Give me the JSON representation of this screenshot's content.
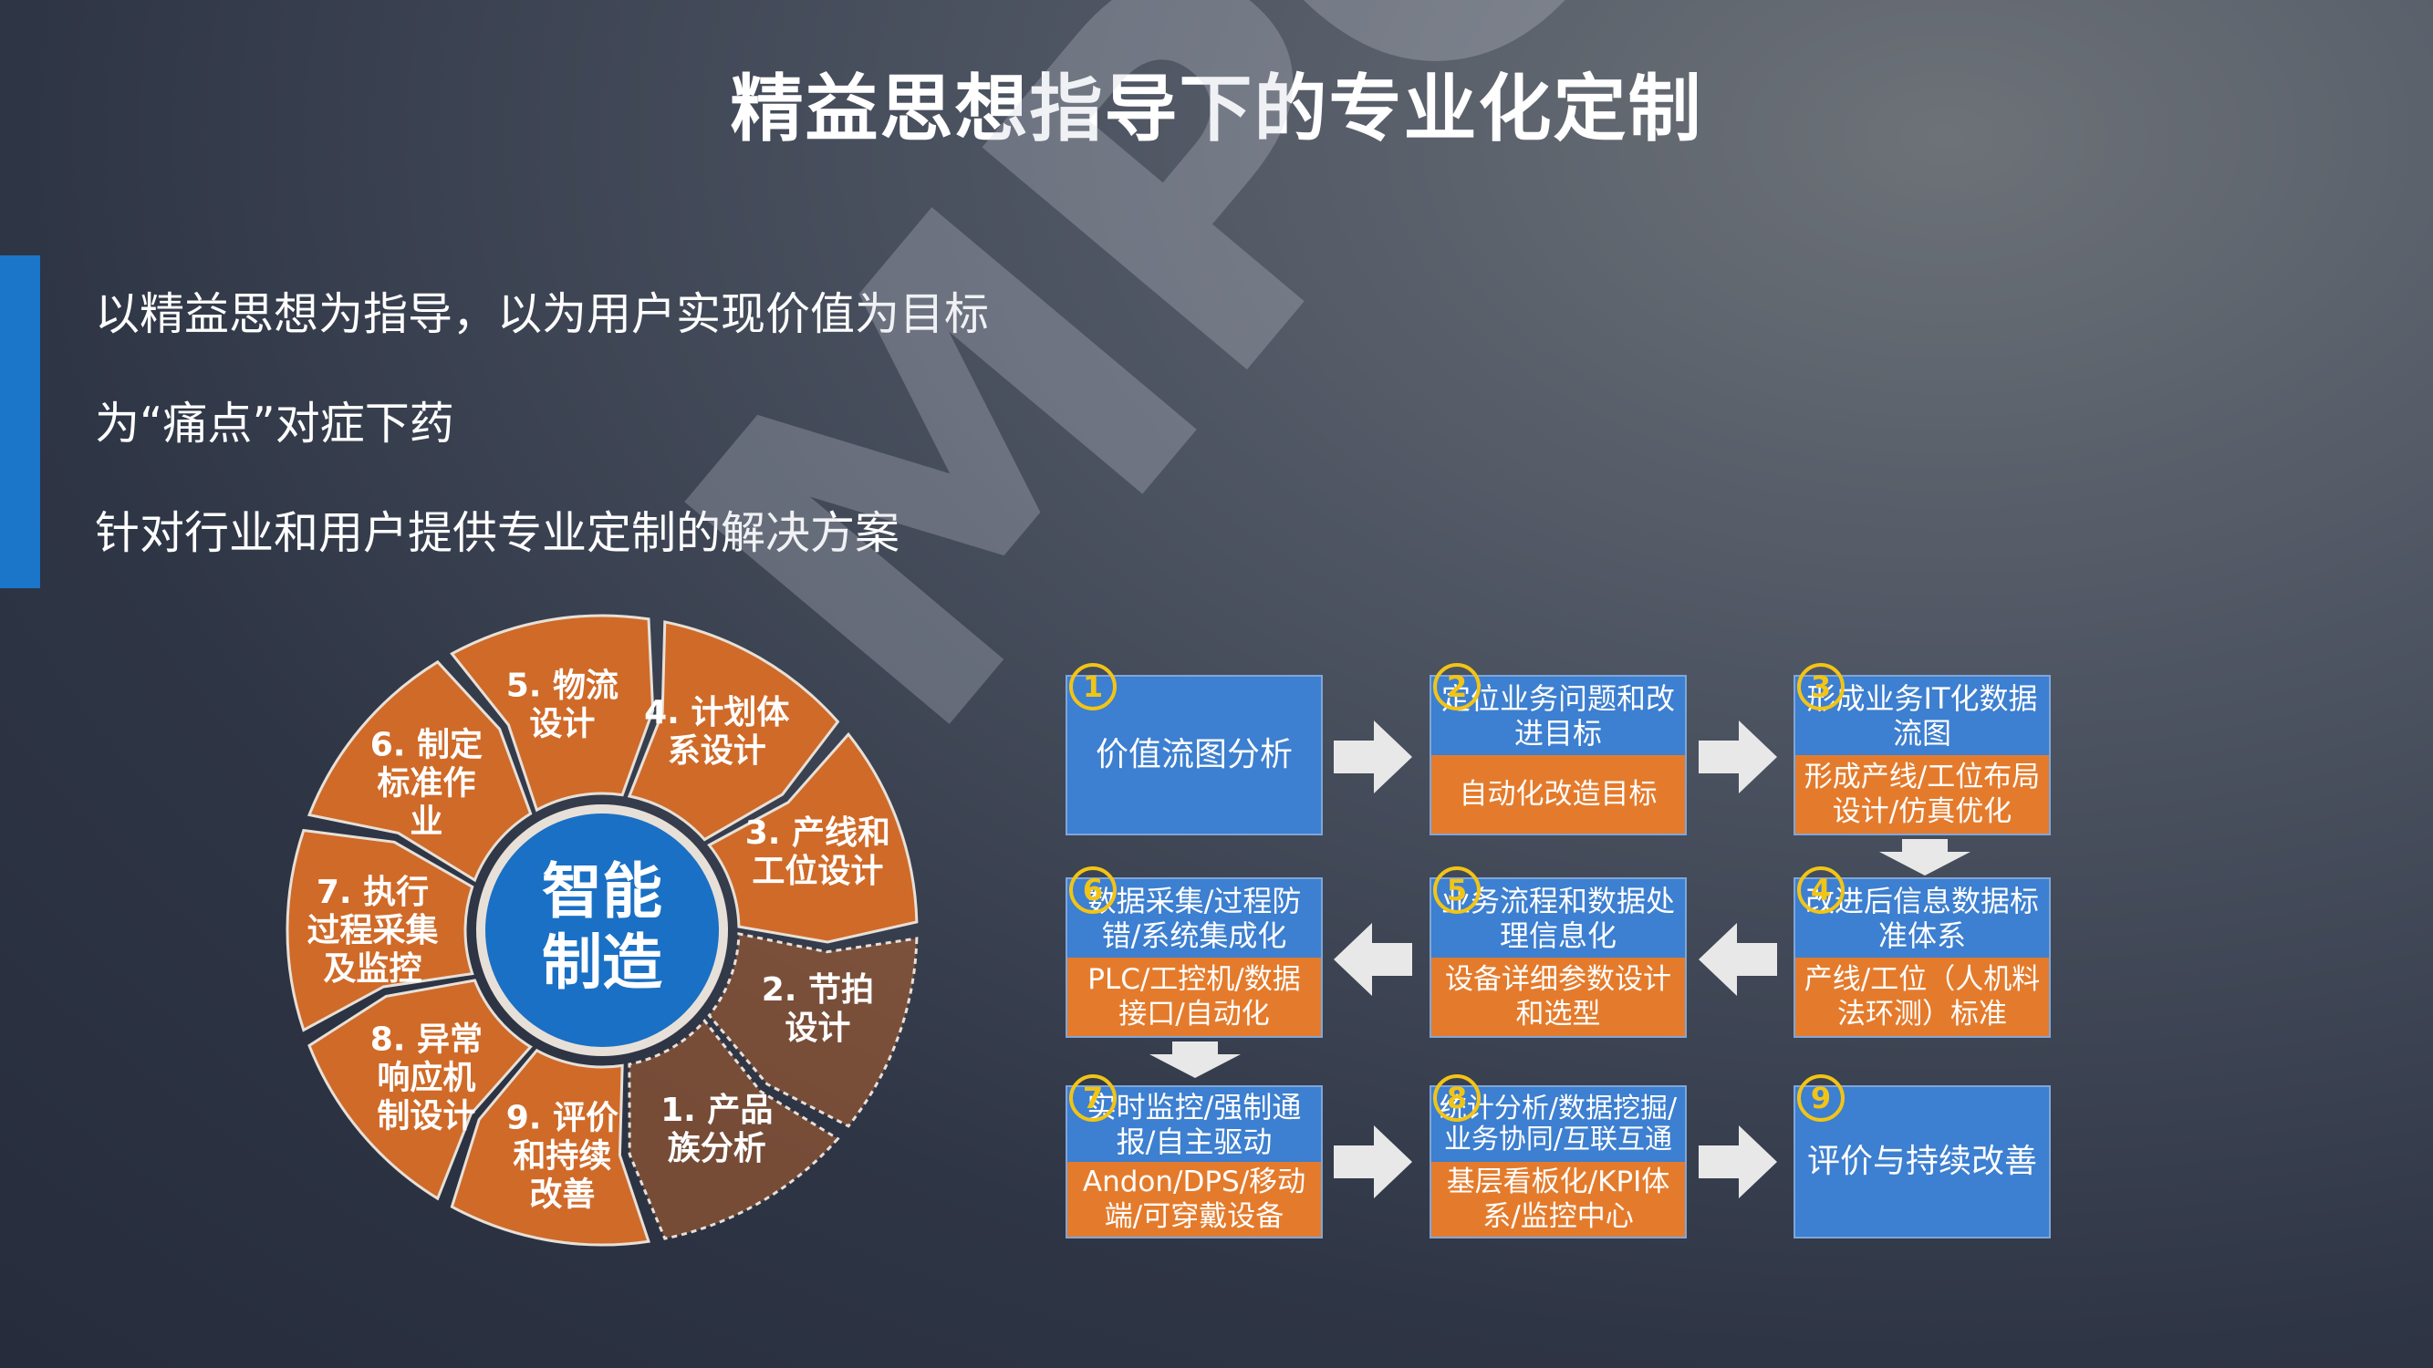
{
  "title": "精益思想指导下的专业化定制",
  "bullets": [
    "以精益思想为指导，以为用户实现价值为目标",
    "为“痛点”对症下药",
    "针对行业和用户提供专业定制的解决方案"
  ],
  "watermark": "MPC",
  "cycle": {
    "hub": [
      "智能",
      "制造"
    ],
    "segments": [
      [
        "1. 产品",
        "族分析"
      ],
      [
        "2. 节拍",
        "设计"
      ],
      [
        "3. 产线和",
        "工位设计"
      ],
      [
        "4. 计划体",
        "系设计"
      ],
      [
        "5. 物流",
        "设计"
      ],
      [
        "6. 制定",
        "标准作",
        "业"
      ],
      [
        "7. 执行",
        "过程采集",
        "及监控"
      ],
      [
        "8. 异常",
        "响应机",
        "制设计"
      ],
      [
        "9. 评价",
        "和持续",
        "改善"
      ]
    ],
    "colors": {
      "segment": "#d06a28",
      "hub": "#1a70c4",
      "outline": "#e7e0d8"
    }
  },
  "steps": {
    "s1": {
      "num": "1",
      "head": "价值流图分析"
    },
    "s2": {
      "num": "2",
      "head": "定位业务问题和改进目标",
      "body": "自动化改造目标"
    },
    "s3": {
      "num": "3",
      "head": "形成业务IT化数据流图",
      "body": "形成产线/工位布局设计/仿真优化"
    },
    "s4": {
      "num": "4",
      "head": "改进后信息数据标准体系",
      "body": "产线/工位（人机料法环测）标准"
    },
    "s5": {
      "num": "5",
      "head": "业务流程和数据处理信息化",
      "body": "设备详细参数设计和选型"
    },
    "s6": {
      "num": "6",
      "head": "数据采集/过程防错/系统集成化",
      "body": "PLC/工控机/数据接口/自动化"
    },
    "s7": {
      "num": "7",
      "head": "实时监控/强制通报/自主驱动",
      "body": "Andon/DPS/移动端/可穿戴设备"
    },
    "s8": {
      "num": "8",
      "head": "统计分析/数据挖掘/业务协同/互联互通",
      "body": "基层看板化/KPI体系/监控中心"
    },
    "s9": {
      "num": "9",
      "head": "评价与持续改善"
    }
  },
  "colors": {
    "box_head": "#3d7fd0",
    "box_body": "#e47b2c",
    "number": "#f2c416",
    "arrow": "#e8e8e8"
  }
}
